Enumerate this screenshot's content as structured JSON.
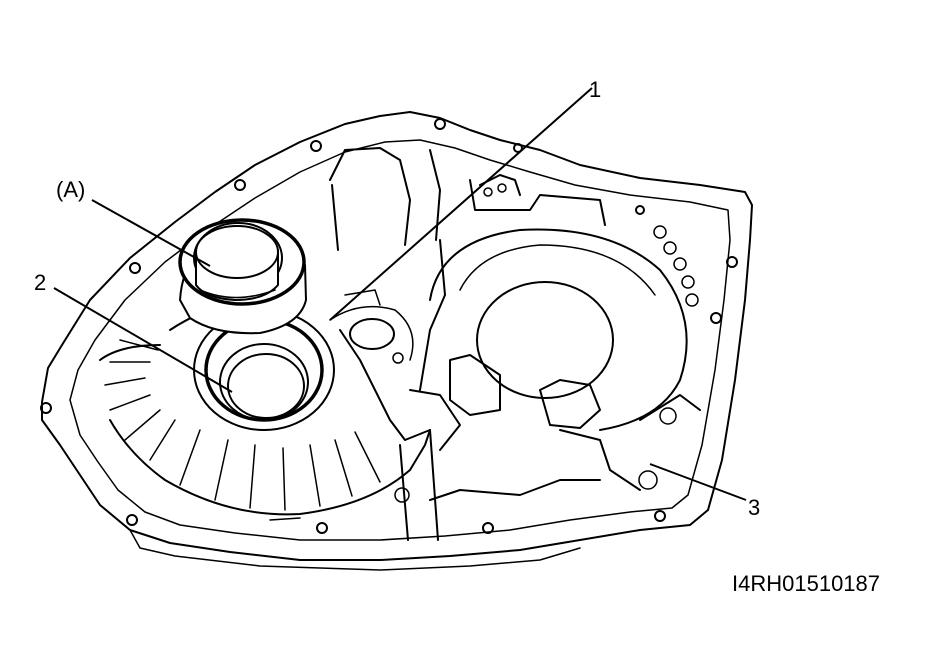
{
  "callouts": {
    "c1": "1",
    "c2": "2",
    "c3": "3",
    "cA": "(A)"
  },
  "figure_code": "I4RH01510187"
}
